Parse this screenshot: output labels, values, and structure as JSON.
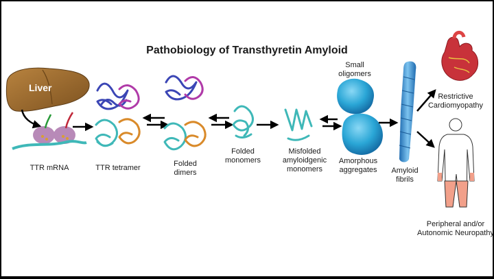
{
  "title": "Pathobiology of Transthyretin Amyloid",
  "liver": "Liver",
  "labels": {
    "ttr_mrna": "TTR mRNA",
    "ttr_tetramer": "TTR tetramer",
    "folded_dimers": [
      "Folded",
      "dimers"
    ],
    "folded_monomers": [
      "Folded",
      "monomers"
    ],
    "misfolded_monomers": [
      "Misfolded",
      "amyloidgenic",
      "monomers"
    ],
    "small_oligomers": [
      "Small",
      "oligomers"
    ],
    "amorphous_aggregates": [
      "Amorphous",
      "aggregates"
    ],
    "amyloid_fibrils": [
      "Amyloid",
      "fibrils"
    ],
    "restrictive_cardiomyopathy": [
      "Restrictive",
      "Cardiomyopathy"
    ],
    "neuropathy": [
      "Peripheral and/or",
      "Autonomic Neuropathy"
    ]
  },
  "colors": {
    "liver": "#9a6a2e",
    "blue_chain": "#3b46b5",
    "magenta_chain": "#b03aa8",
    "cyan_chain": "#3fb8b8",
    "orange_chain": "#d98a2a",
    "aggregate": "#2aa6d6",
    "fibril": "#3a8fd0",
    "body_highlight": "#f2a08a"
  }
}
